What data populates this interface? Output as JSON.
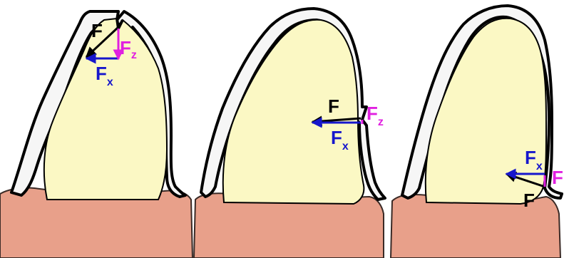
{
  "colors": {
    "background": "#ffffff",
    "gum_fill": "#e8a08a",
    "gum_stroke": "#3a2a26",
    "crown_fill": "#fbf8c4",
    "enamel_fill": "#f6f6f6",
    "outline": "#000000",
    "force_F": "#000000",
    "force_Fx": "#1616cc",
    "force_Fz": "#e020e0"
  },
  "panels": [
    {
      "force_position": "tip",
      "labels": {
        "F": "F",
        "Fx_main": "F",
        "Fx_sub": "x",
        "Fz_main": "F",
        "Fz_sub": "z"
      }
    },
    {
      "force_position": "middle",
      "labels": {
        "F": "F",
        "Fx_main": "F",
        "Fx_sub": "x",
        "Fz_main": "F",
        "Fz_sub": "z"
      }
    },
    {
      "force_position": "base",
      "labels": {
        "F": "F",
        "Fx_main": "F",
        "Fx_sub": "x",
        "Fz_main": "F"
      }
    }
  ]
}
